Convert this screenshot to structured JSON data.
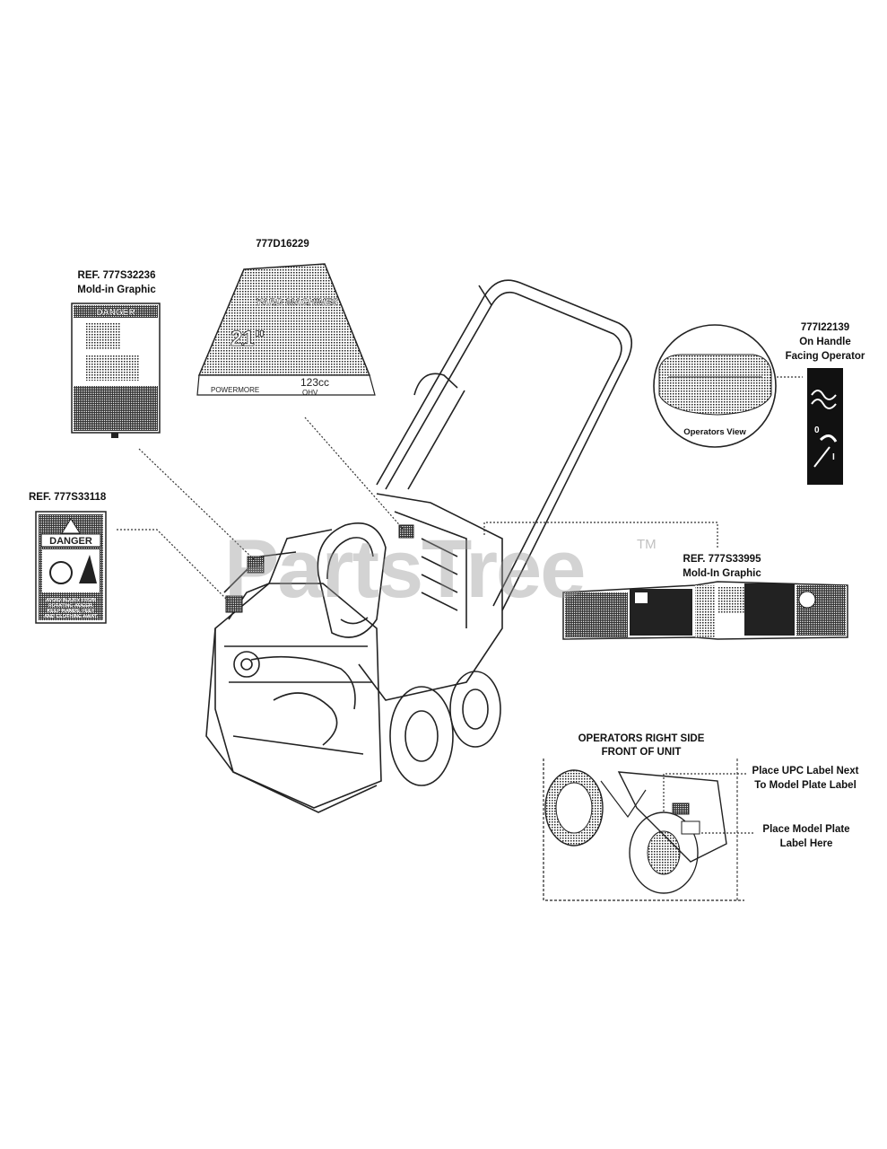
{
  "header_decal": {
    "part_number": "777D16229",
    "brand": "YARD MACHINES",
    "size": "21\"",
    "engine_brand": "POWERMORE",
    "engine_cc": "123cc",
    "engine_type": "OHV"
  },
  "danger_decal_top": {
    "ref": "REF. 777S32236",
    "note": "Mold-in Graphic",
    "heading": "DANGER"
  },
  "danger_decal_left": {
    "ref": "REF.  777S33118",
    "heading": "DANGER",
    "warning_lines": [
      "AVOID INJURY FROM",
      "ROTATING AUGER.",
      "KEEP HANDS, FEET",
      "AND CLOTHING AWAY."
    ]
  },
  "handle_decal": {
    "part_number": "777I22139",
    "line1": "On Handle",
    "line2": "Facing Operator",
    "view_caption": "Operators View",
    "control_marks": [
      "0",
      "I"
    ]
  },
  "panel_decal": {
    "ref": "REF. 777S33995",
    "note": "Mold-In Graphic"
  },
  "inset": {
    "title_line1": "OPERATORS RIGHT SIDE",
    "title_line2": "FRONT OF UNIT",
    "upc_line1": "Place UPC Label Next",
    "upc_line2": "To Model Plate Label",
    "model_line1": "Place Model Plate",
    "model_line2": "Label Here"
  },
  "watermark": {
    "text": "PartsTree",
    "trademark": "TM"
  }
}
